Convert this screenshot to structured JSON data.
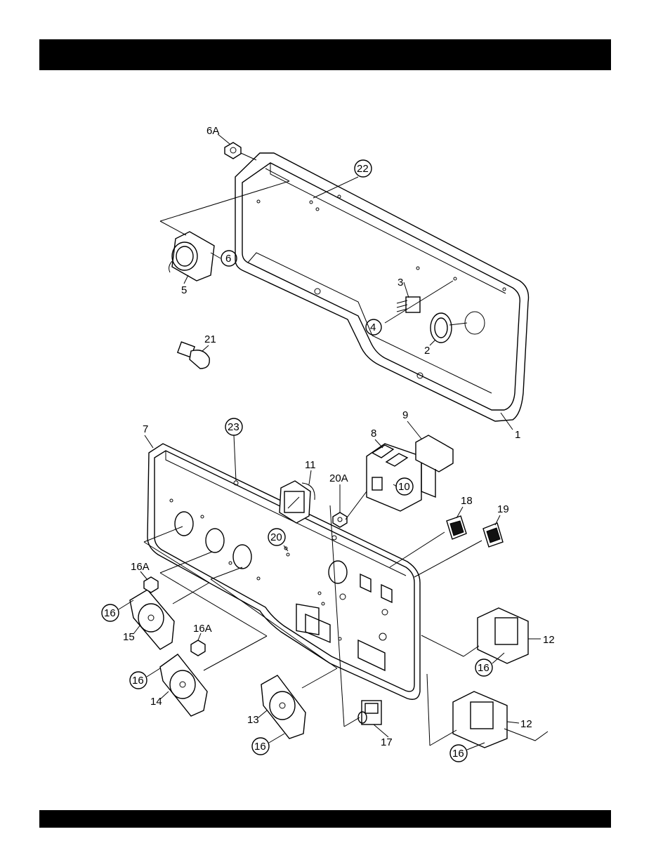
{
  "header": {
    "text": ""
  },
  "footer": {
    "text": ""
  },
  "callouts": {
    "c1": "1",
    "c2": "2",
    "c3": "3",
    "c4": "4",
    "c5": "5",
    "c6": "6",
    "c6a": "6A",
    "c7": "7",
    "c8": "8",
    "c9": "9",
    "c10": "10",
    "c11": "11",
    "c12a": "12",
    "c12b": "12",
    "c13": "13",
    "c14": "14",
    "c15": "15",
    "c16a": "16",
    "c16b": "16",
    "c16c": "16",
    "c16d": "16",
    "c16e": "16",
    "c16aa": "16A",
    "c16ab": "16A",
    "c17": "17",
    "c18": "18",
    "c19": "19",
    "c20": "20",
    "c20a": "20A",
    "c21": "21",
    "c22": "22",
    "c23": "23"
  },
  "colors": {
    "band": "#000000",
    "ink": "#000000",
    "paper": "#ffffff"
  }
}
